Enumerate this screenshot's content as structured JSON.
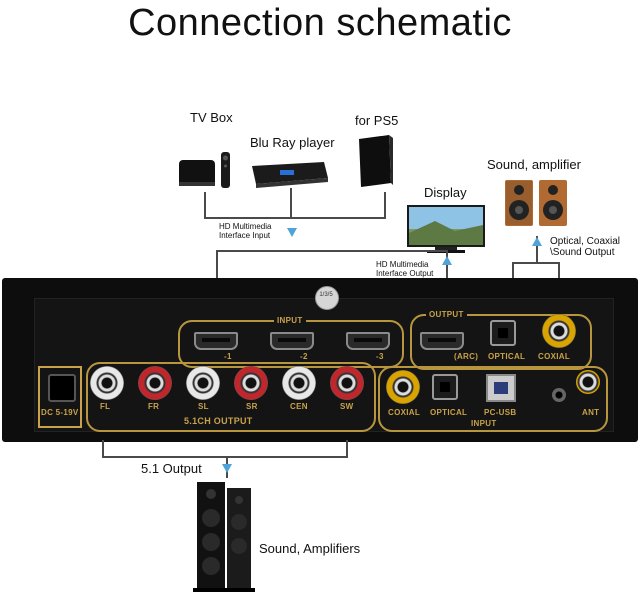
{
  "title": "Connection schematic",
  "devices": {
    "tv_box": "TV Box",
    "bluray": "Blu Ray player",
    "ps5": "for PS5",
    "display": "Display",
    "sound_amp": "Sound, amplifier",
    "sound_amps_bottom": "Sound, Amplifiers"
  },
  "connections": {
    "hdmi_in_line1": "HD Multimedia",
    "hdmi_in_line2": "Interface Input",
    "hdmi_out_line1": "HD Multimedia",
    "hdmi_out_line2": "Interface Output",
    "optical_out_line1": "Optical, Coaxial",
    "optical_out_line2": "\\Sound Output",
    "output_51": "5.1 Output"
  },
  "unit": {
    "knob_label": "1/3/5",
    "input_section": "INPUT",
    "hdmi_inputs": [
      "-1",
      "-2",
      "-3"
    ],
    "output_section": "OUTPUT",
    "output_ports": [
      "(ARC)",
      "OPTICAL",
      "COXIAL"
    ],
    "dc_label": "DC 5-19V",
    "rca_channels": [
      "FL",
      "FR",
      "SL",
      "SR",
      "CEN",
      "SW"
    ],
    "rca_section": "5.1CH OUTPUT",
    "input2_ports": [
      "COXIAL",
      "OPTICAL",
      "PC-USB",
      "ANT"
    ],
    "input2_section": "INPUT"
  },
  "colors": {
    "arrow": "#4fa3d8",
    "gold": "#c9a24a",
    "rca_white": "#e8e8e8",
    "rca_red": "#c0272d",
    "rca_yellow": "#d9a300"
  }
}
